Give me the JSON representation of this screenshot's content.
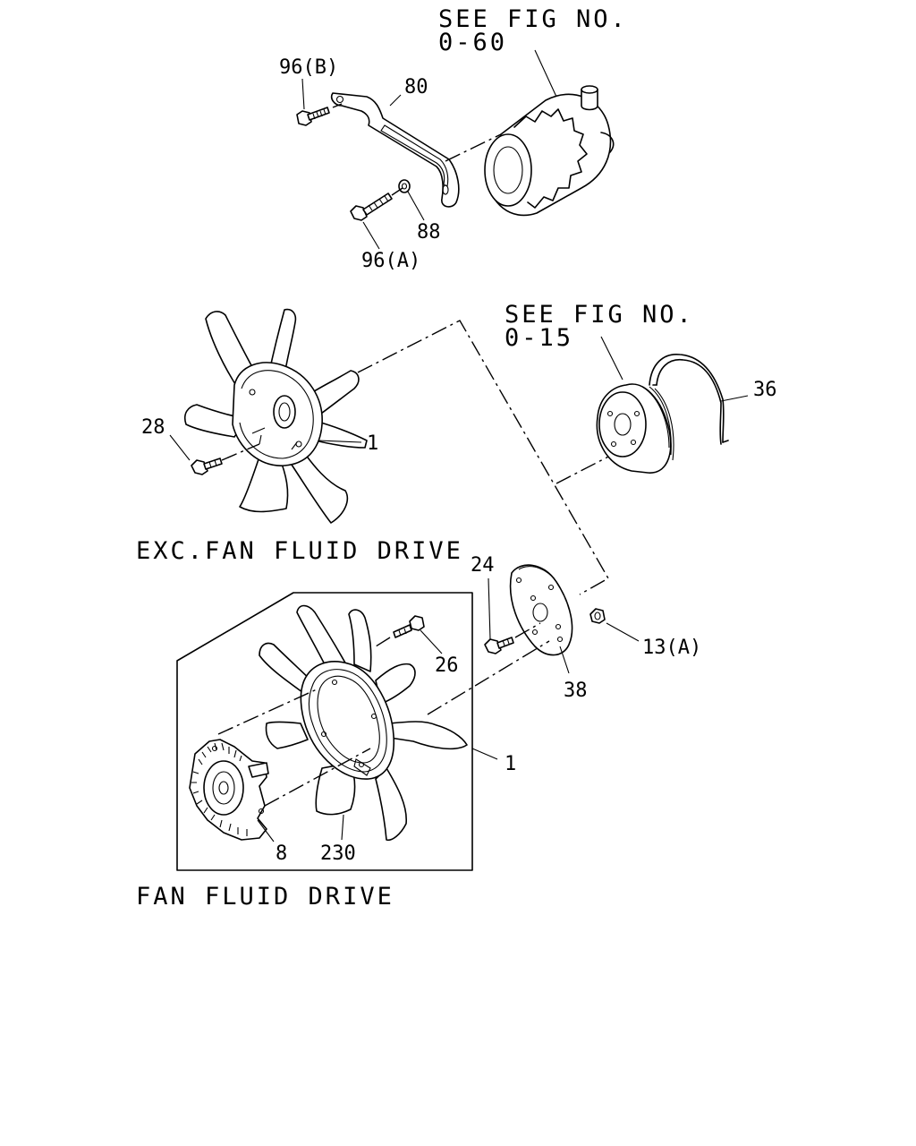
{
  "references": {
    "alternator": [
      "SEE FIG NO.",
      "0-60"
    ],
    "pulley": [
      "SEE FIG NO.",
      "0-15"
    ]
  },
  "variants": {
    "exc_fan_fluid_drive": "EXC.FAN FLUID DRIVE",
    "fan_fluid_drive": "FAN FLUID DRIVE"
  },
  "part_numbers": {
    "bolt_96b": "96(B)",
    "adjusting_plate": "80",
    "washer": "88",
    "bolt_96a": "96(A)",
    "belt": "36",
    "fan_bolt": "28",
    "fan_exc": "1",
    "pulley_bolt": "24",
    "fan_fluid_bolt": "26",
    "nut": "13(A)",
    "spacer_plate": "38",
    "fan_fluid": "1",
    "fluid_coupling": "8",
    "fan_blade": "230"
  }
}
